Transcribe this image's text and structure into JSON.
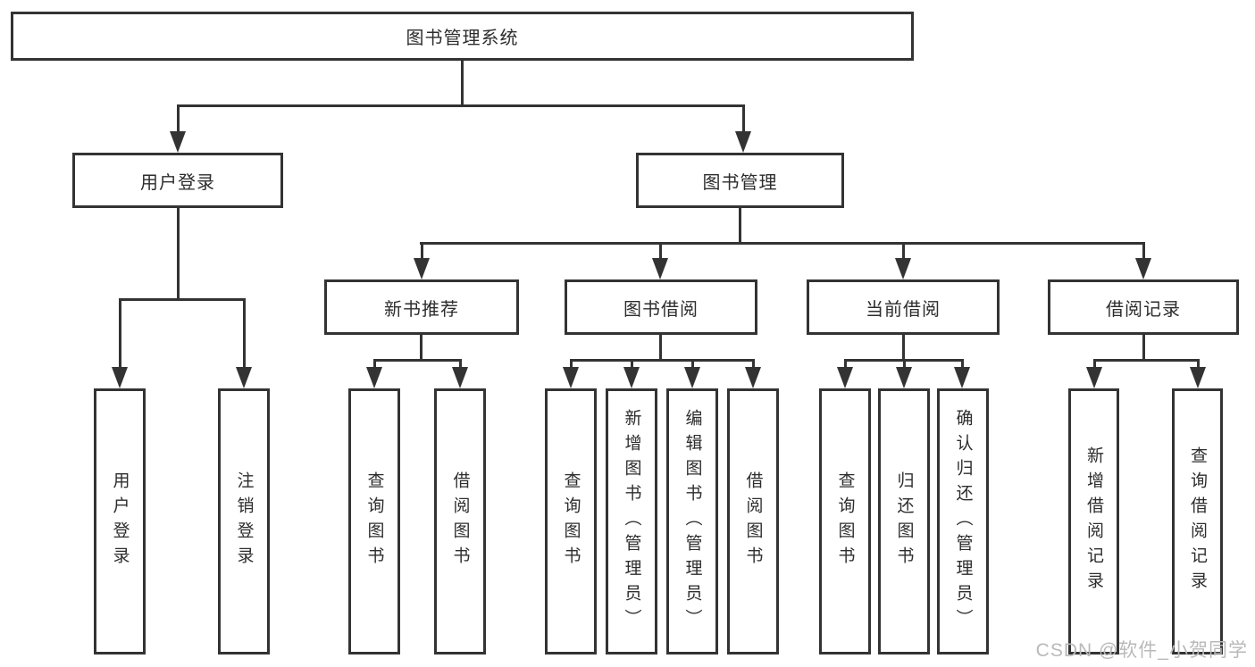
{
  "diagram": {
    "title": "图书管理系统",
    "root": {
      "label": "图书管理系统"
    },
    "level2": [
      {
        "id": "user-login",
        "label": "用户登录"
      },
      {
        "id": "book-management",
        "label": "图书管理"
      }
    ],
    "level3": [
      {
        "id": "new-book-recommend",
        "parent": "book-management",
        "label": "新书推荐"
      },
      {
        "id": "book-borrowing",
        "parent": "book-management",
        "label": "图书借阅"
      },
      {
        "id": "current-borrowing",
        "parent": "book-management",
        "label": "当前借阅"
      },
      {
        "id": "borrowing-records",
        "parent": "book-management",
        "label": "借阅记录"
      }
    ],
    "leaves": [
      {
        "group": "user-login",
        "label": "用户登录"
      },
      {
        "group": "user-login",
        "label": "注销登录"
      },
      {
        "group": "new-book-recommend",
        "label": "查询图书"
      },
      {
        "group": "new-book-recommend",
        "label": "借阅图书"
      },
      {
        "group": "book-borrowing",
        "label": "查询图书"
      },
      {
        "group": "book-borrowing",
        "label": "新增图书（管理员）"
      },
      {
        "group": "book-borrowing",
        "label": "编辑图书（管理员）"
      },
      {
        "group": "book-borrowing",
        "label": "借阅图书"
      },
      {
        "group": "current-borrowing",
        "label": "查询图书"
      },
      {
        "group": "current-borrowing",
        "label": "归还图书"
      },
      {
        "group": "current-borrowing",
        "label": "确认归还（管理员）"
      },
      {
        "group": "borrowing-records",
        "label": "新增借阅记录"
      },
      {
        "group": "borrowing-records",
        "label": "查询借阅记录"
      }
    ]
  },
  "watermark": {
    "text": "CSDN @软件_小贺同学"
  },
  "colors": {
    "line": "#333333",
    "node_border": "#333333",
    "node_text": "#2d2d2d",
    "node_background": "#ffffff",
    "page_background": "#ffffff",
    "watermark_text": "#b9b9b9"
  }
}
